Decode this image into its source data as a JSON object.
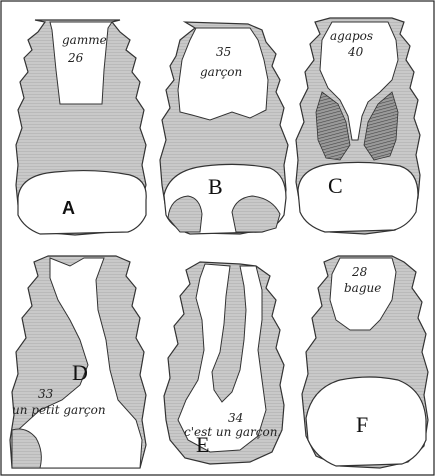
{
  "palate_diagrams": [
    {
      "letter": "A",
      "numeral": "26",
      "word": "gamme"
    },
    {
      "letter": "B",
      "numeral": "35",
      "word": "garçon"
    },
    {
      "letter": "C",
      "numeral": "40",
      "word": "agapos"
    },
    {
      "letter": "D",
      "numeral": "33",
      "word": "un petit garçon"
    },
    {
      "letter": "E",
      "numeral": "34",
      "word": "c'est un garçon."
    },
    {
      "letter": "F",
      "numeral": "28",
      "word": "bague"
    }
  ],
  "colors": {
    "contact_fill": "#c9c9c9",
    "outline": "#333333",
    "background": "#ffffff",
    "hatch": "#555555"
  }
}
